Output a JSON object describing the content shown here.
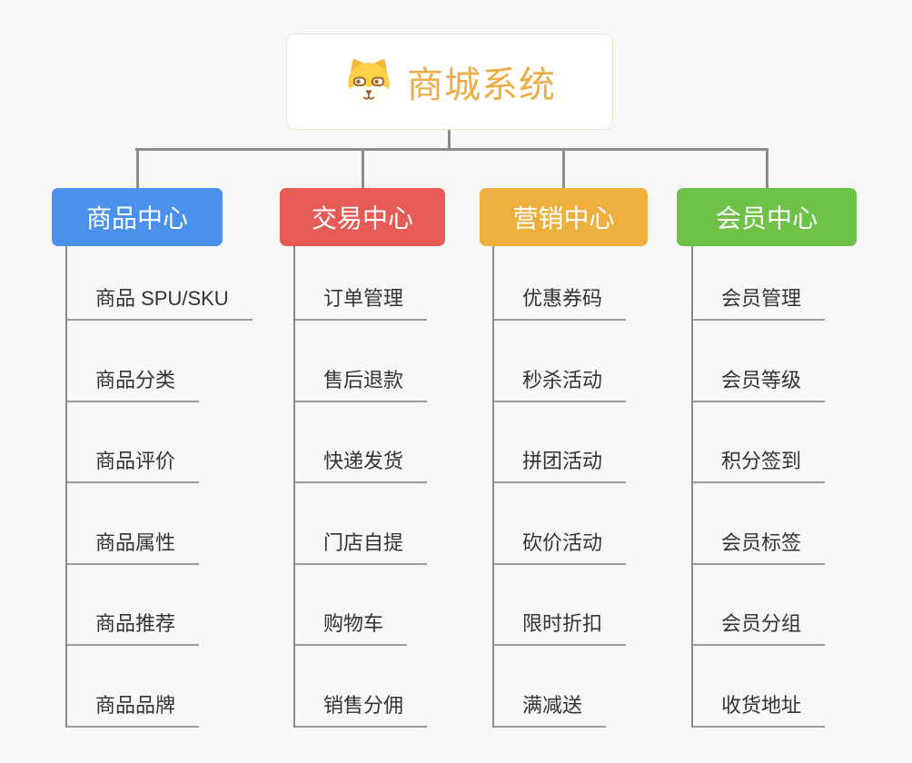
{
  "root": {
    "title": "商城系统",
    "icon": "dog-face-icon"
  },
  "branches": [
    {
      "label": "商品中心",
      "color": "#4A90EC",
      "children": [
        "商品 SPU/SKU",
        "商品分类",
        "商品评价",
        "商品属性",
        "商品推荐",
        "商品品牌"
      ]
    },
    {
      "label": "交易中心",
      "color": "#E65B55",
      "children": [
        "订单管理",
        "售后退款",
        "快递发货",
        "门店自提",
        "购物车",
        "销售分佣"
      ]
    },
    {
      "label": "营销中心",
      "color": "#EFAF3E",
      "children": [
        "优惠券码",
        "秒杀活动",
        "拼团活动",
        "砍价活动",
        "限时折扣",
        "满减送"
      ]
    },
    {
      "label": "会员中心",
      "color": "#6DC247",
      "children": [
        "会员管理",
        "会员等级",
        "积分签到",
        "会员标签",
        "会员分组",
        "收货地址"
      ]
    }
  ],
  "colors": {
    "background": "#F7F7F7",
    "root_text": "#EFAC46",
    "root_border": "#F2C879",
    "connector": "#8C8C8C",
    "child_vline": "#8A8A8A",
    "child_uline": "#9C9C9C",
    "child_text": "#333333"
  }
}
